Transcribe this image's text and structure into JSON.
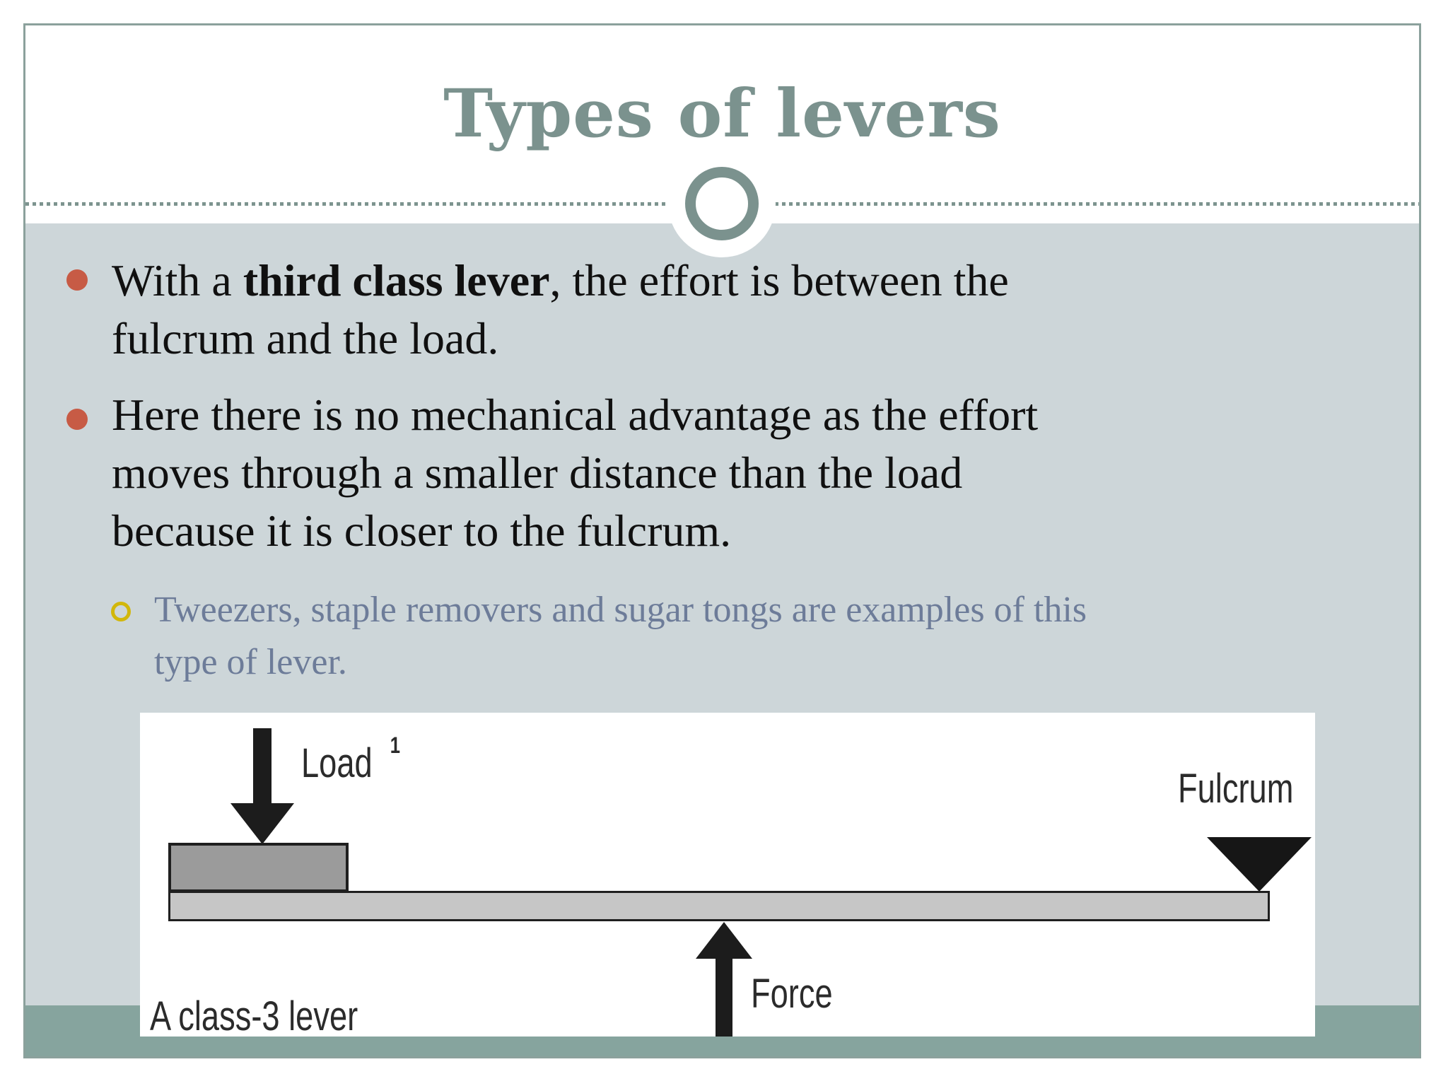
{
  "slide": {
    "title": "Types of levers",
    "bullets": {
      "b1": {
        "prefix": "With a ",
        "bold": "third class lever",
        "rest": ", the effort is between the\nfulcrum and the load."
      },
      "b2": "Here there is no mechanical advantage as the effort\nmoves through a smaller distance than the load\nbecause it is closer to the fulcrum."
    },
    "sub_bullet": "Tweezers, staple removers and sugar tongs are examples of this\ntype of lever.",
    "diagram": {
      "load_label": "Load",
      "load_mark": "1",
      "fulcrum_label": "Fulcrum",
      "force_label": "Force",
      "caption": "A class-3 lever"
    },
    "colors": {
      "title_teal": "#7b928e",
      "body_background": "#cdd6d9",
      "footer_band_teal": "#86a49e",
      "slide_border": "#8ba19c",
      "dotted_divider": "#7d948f",
      "bullet_red": "#c75b45",
      "sub_bullet_yellow": "#d2b70b",
      "sub_bullet_text": "#6d7c99",
      "diagram_ink": "#1c1c1c",
      "load_block_gray": "#9b9b9b",
      "lever_bar_gray": "#c6c6c6"
    }
  }
}
